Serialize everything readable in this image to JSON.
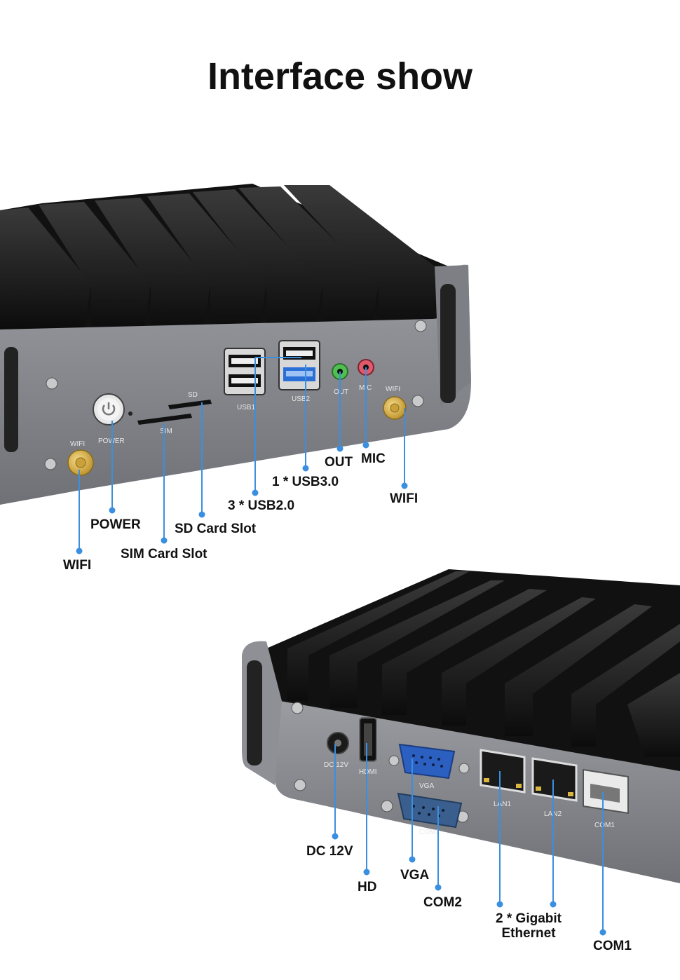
{
  "title": "Interface show",
  "colors": {
    "accent_line": "#3b8fe0",
    "panel": "#8a8c91",
    "heatsink": "#151515",
    "usb3_blue": "#2a6fd6",
    "audio_out_green": "#4fc04f",
    "audio_mic_pink": "#e05a6b",
    "vga_blue": "#2b5fc0",
    "antenna_gold": "#d9b24a"
  },
  "front_panel": {
    "silkscreen": {
      "wifi_left": "WIFI",
      "power": "POWER",
      "sim": "SIM",
      "sd": "SD",
      "usb1": "USB1",
      "usb2": "USB2",
      "out": "OUT",
      "mic": "MIC",
      "wifi_right": "WIFI"
    },
    "callouts": {
      "out": "OUT",
      "mic": "MIC",
      "usb3": "1 * USB3.0",
      "usb2": "3 * USB2.0",
      "wifi_right": "WIFI",
      "power": "POWER",
      "sd_slot": "SD Card Slot",
      "sim_slot": "SIM Card Slot",
      "wifi_left": "WIFI"
    }
  },
  "rear_panel": {
    "silkscreen": {
      "dc": "DC 12V",
      "hdmi": "HDMI",
      "vga": "VGA",
      "com2": "COM2",
      "lan1": "LAN1",
      "lan2": "LAN2",
      "com1": "COM1"
    },
    "callouts": {
      "dc": "DC 12V",
      "hd": "HD",
      "vga": "VGA",
      "com2": "COM2",
      "lan_line1": "2 * Gigabit",
      "lan_line2": "Ethernet",
      "com1": "COM1"
    }
  }
}
